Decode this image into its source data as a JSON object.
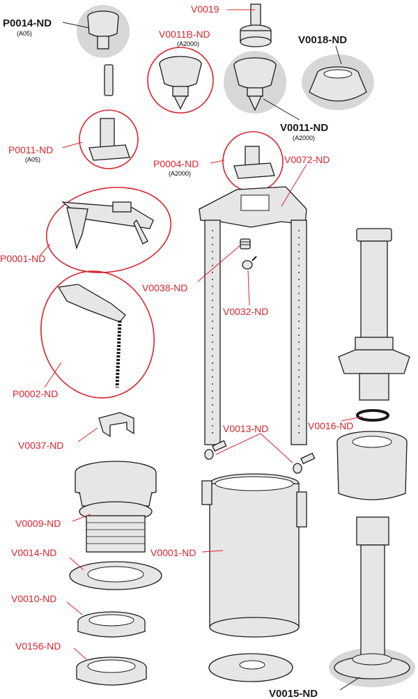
{
  "colors": {
    "red_label": "#d9232d",
    "black_label": "#1a1a1a",
    "highlight": "#d7d7d7"
  },
  "parts": {
    "p0014": {
      "code": "P0014-ND",
      "sub": "(A05)"
    },
    "v0019": {
      "code": "V0019"
    },
    "v0011b": {
      "code": "V0011B-ND",
      "sub": "(A2000)"
    },
    "v0018": {
      "code": "V0018-ND"
    },
    "v0011": {
      "code": "V0011-ND",
      "sub": "(A2000)"
    },
    "p0011": {
      "code": "P0011-ND",
      "sub": "(A05)"
    },
    "p0004": {
      "code": "P0004-ND",
      "sub": "(A2000)"
    },
    "v0072": {
      "code": "V0072-ND"
    },
    "p0001": {
      "code": "P0001-ND"
    },
    "v0038": {
      "code": "V0038-ND"
    },
    "v0032": {
      "code": "V0032-ND"
    },
    "p0002": {
      "code": "P0002-ND"
    },
    "v0037": {
      "code": "V0037-ND"
    },
    "v0013": {
      "code": "V0013-ND"
    },
    "v0016": {
      "code": "V0016-ND"
    },
    "v0009": {
      "code": "V0009-ND"
    },
    "v0014": {
      "code": "V0014-ND"
    },
    "v0001": {
      "code": "V0001-ND"
    },
    "v0010": {
      "code": "V0010-ND"
    },
    "v0156": {
      "code": "V0156-ND"
    },
    "v0015": {
      "code": "V0015-ND"
    }
  }
}
